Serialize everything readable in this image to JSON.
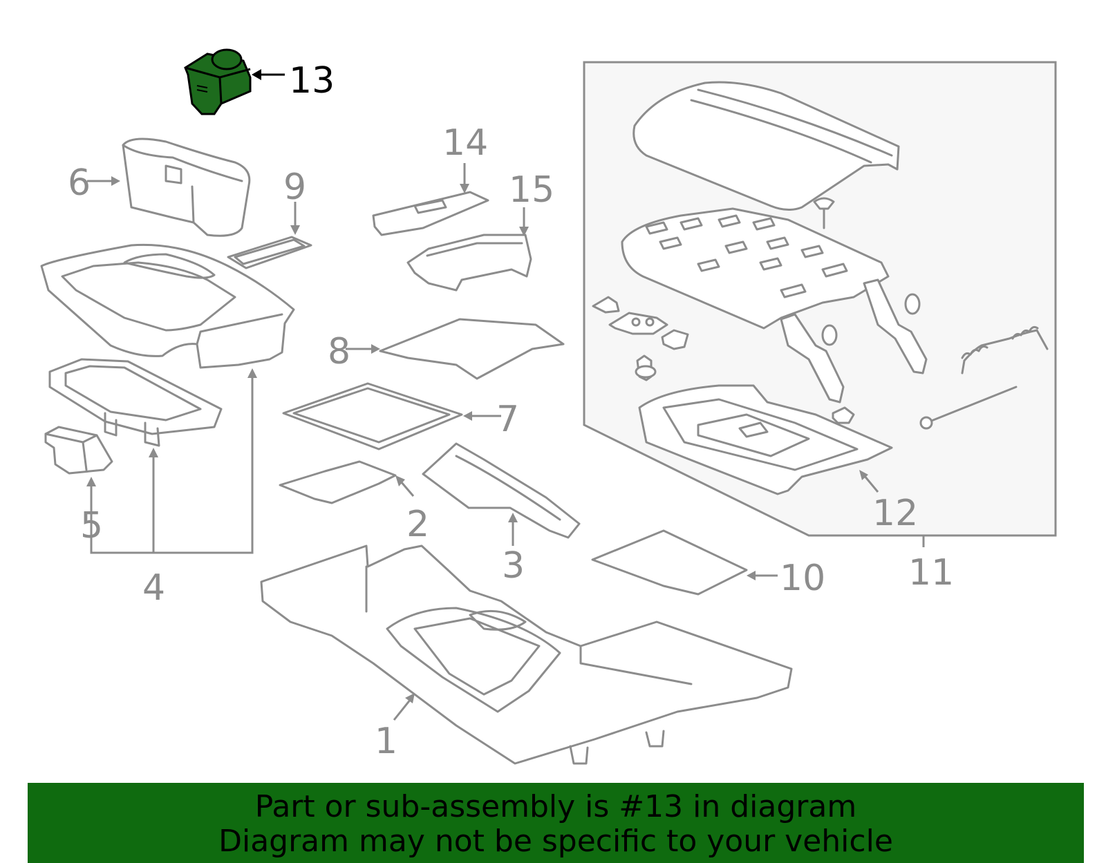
{
  "callouts": {
    "c1": "1",
    "c2": "2",
    "c3": "3",
    "c4": "4",
    "c5": "5",
    "c6": "6",
    "c7": "7",
    "c8": "8",
    "c9": "9",
    "c10": "10",
    "c11": "11",
    "c12": "12",
    "c13": "13",
    "c14": "14",
    "c15": "15"
  },
  "highlight_part": "13",
  "colors": {
    "line": "#8c8c8c",
    "highlight_fill": "#1d6b1d",
    "banner_bg": "#0f6b0f",
    "assembly_box_bg": "#f7f7f7"
  },
  "banner": {
    "line1": "Part or sub-assembly is #13 in diagram",
    "line2": "Diagram may not be specific to your vehicle"
  }
}
